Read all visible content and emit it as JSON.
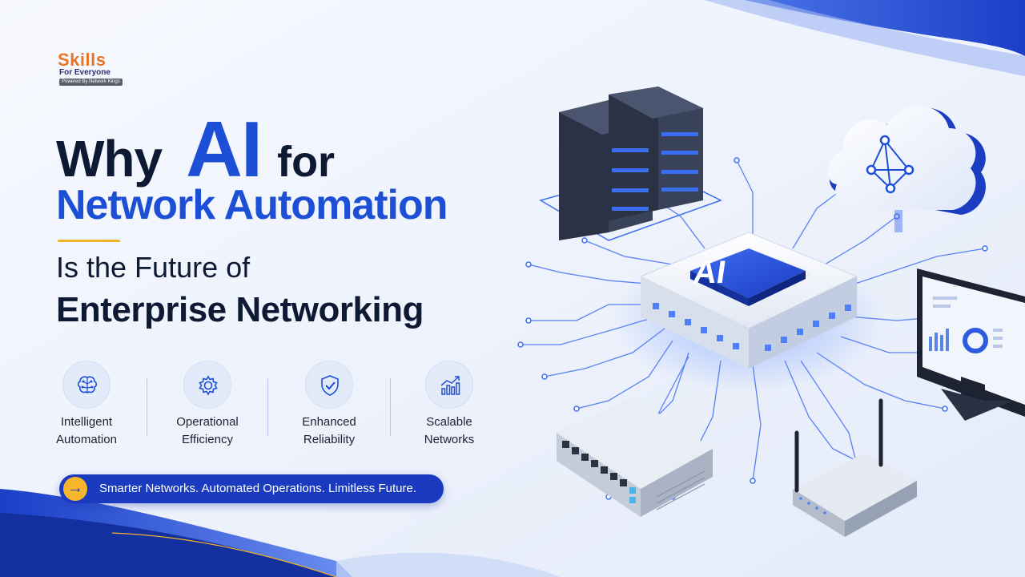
{
  "colors": {
    "accent_blue": "#1d4fd6",
    "dark_text": "#0e1a33",
    "brand_orange": "#e8752a",
    "highlight_yellow": "#f0b429",
    "cta_blue": "#1a3bbf"
  },
  "logo": {
    "name": "Skills",
    "tagline": "For Everyone",
    "powered": "Powered By Network Kings"
  },
  "headline": {
    "why": "Why",
    "ai": "AI",
    "for": "for",
    "line2": "Network Automation",
    "line3": "Is the Future of",
    "line4": "Enterprise Networking"
  },
  "features": [
    {
      "icon": "brain-icon",
      "line1": "Intelligent",
      "line2": "Automation"
    },
    {
      "icon": "gear-icon",
      "line1": "Operational",
      "line2": "Efficiency"
    },
    {
      "icon": "shield-check-icon",
      "line1": "Enhanced",
      "line2": "Reliability"
    },
    {
      "icon": "bar-chart-growth-icon",
      "line1": "Scalable",
      "line2": "Networks"
    }
  ],
  "cta": {
    "icon": "arrow-right-icon",
    "text": "Smarter Networks. Automated Operations. Limitless Future."
  },
  "illustration": {
    "chip_label": "AI",
    "items": [
      "server-rack-icon",
      "cloud-network-icon",
      "ai-chip-icon",
      "monitor-dashboard-icon",
      "network-switch-icon",
      "wifi-router-icon"
    ]
  }
}
